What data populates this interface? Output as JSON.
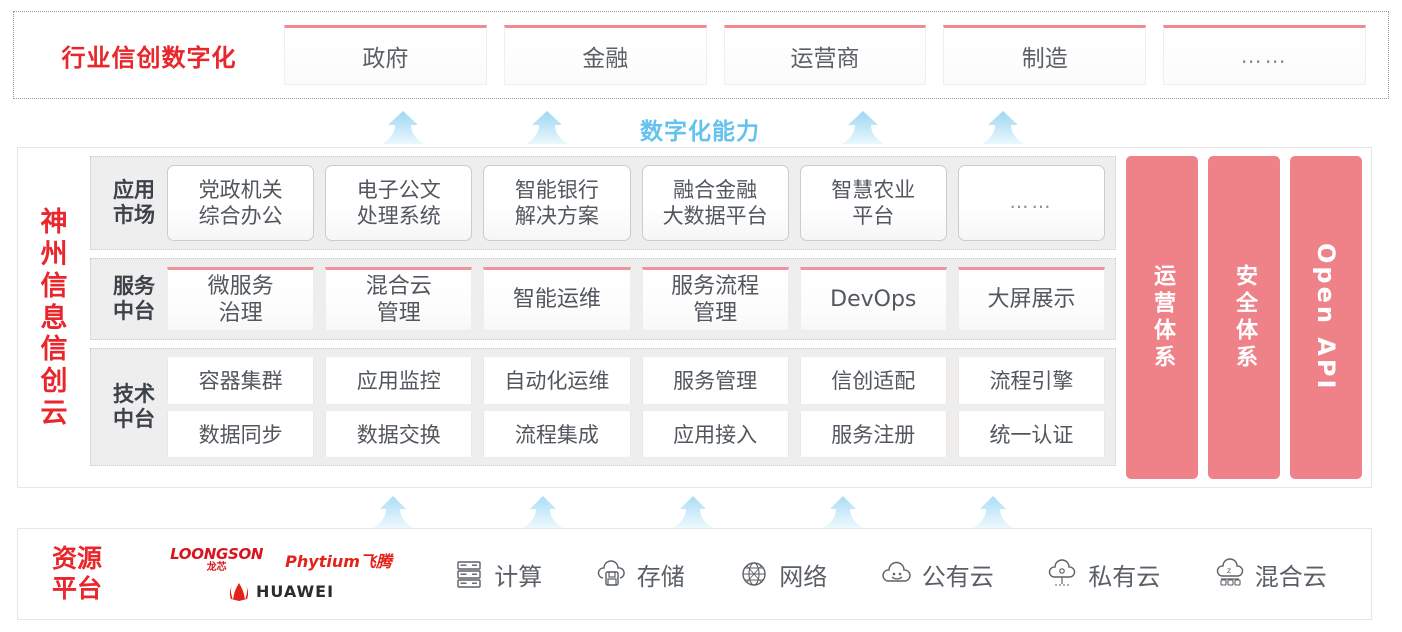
{
  "industry": {
    "title": "行业信创数字化",
    "boxes": [
      {
        "label": "政府",
        "type": "normal"
      },
      {
        "label": "金融",
        "type": "normal"
      },
      {
        "label": "运营商",
        "type": "normal"
      },
      {
        "label": "制造",
        "type": "normal"
      },
      {
        "label": "……",
        "type": "ellipsis"
      }
    ]
  },
  "digital_capability_label": "数字化能力",
  "cloud": {
    "title_chars": [
      "神",
      "州",
      "信",
      "息",
      "信",
      "创",
      "云"
    ],
    "layers": [
      {
        "label_lines": [
          "应用",
          "市场"
        ],
        "items": [
          {
            "label": "党政机关\n综合办公",
            "type": "normal"
          },
          {
            "label": "电子公文\n处理系统",
            "type": "normal"
          },
          {
            "label": "智能银行\n解决方案",
            "type": "normal"
          },
          {
            "label": "融合金融\n大数据平台",
            "type": "normal"
          },
          {
            "label": "智慧农业\n平台",
            "type": "normal"
          },
          {
            "label": "……",
            "type": "ellipsis"
          }
        ]
      },
      {
        "label_lines": [
          "服务",
          "中台"
        ],
        "items": [
          {
            "label": "微服务\n治理"
          },
          {
            "label": "混合云\n管理"
          },
          {
            "label": "智能运维"
          },
          {
            "label": "服务流程\n管理"
          },
          {
            "label": "DevOps"
          },
          {
            "label": "大屏展示"
          }
        ]
      },
      {
        "label_lines": [
          "技术",
          "中台"
        ],
        "rows": [
          [
            "容器集群",
            "应用监控",
            "自动化运维",
            "服务管理",
            "信创适配",
            "流程引擎"
          ],
          [
            "数据同步",
            "数据交换",
            "流程集成",
            "应用接入",
            "服务注册",
            "统一认证"
          ]
        ]
      }
    ],
    "pillars": [
      {
        "text": "运营体系",
        "script": "cjk"
      },
      {
        "text": "安全体系",
        "script": "cjk"
      },
      {
        "text": "Open API",
        "script": "latin"
      }
    ]
  },
  "resource": {
    "title_lines": [
      "资源",
      "平台"
    ],
    "vendors": [
      {
        "name_en": "LOONGSON",
        "name_cn": "龙芯",
        "icon": "loongson-logo"
      },
      {
        "name": "Phytium飞腾",
        "icon": "phytium-logo"
      },
      {
        "name": "HUAWEI",
        "icon": "huawei-logo"
      }
    ],
    "items": [
      {
        "label": "计算",
        "icon": "server-rack-icon"
      },
      {
        "label": "存储",
        "icon": "cloud-storage-icon"
      },
      {
        "label": "网络",
        "icon": "network-globe-icon"
      },
      {
        "label": "公有云",
        "icon": "public-cloud-icon"
      },
      {
        "label": "私有云",
        "icon": "private-cloud-icon"
      },
      {
        "label": "混合云",
        "icon": "hybrid-cloud-icon"
      }
    ]
  },
  "colors": {
    "brand_red": "#e8262b",
    "pink": "#ef8189",
    "pink_border": "#f0939c",
    "arrow_blue": "#b9e2f7",
    "capability_blue": "#64c3ee",
    "layer_bg": "#eeeeee"
  },
  "arrows": {
    "upper_positions": [
      380,
      524,
      840,
      980
    ],
    "lower_positions": [
      370,
      520,
      670,
      820,
      970
    ]
  }
}
